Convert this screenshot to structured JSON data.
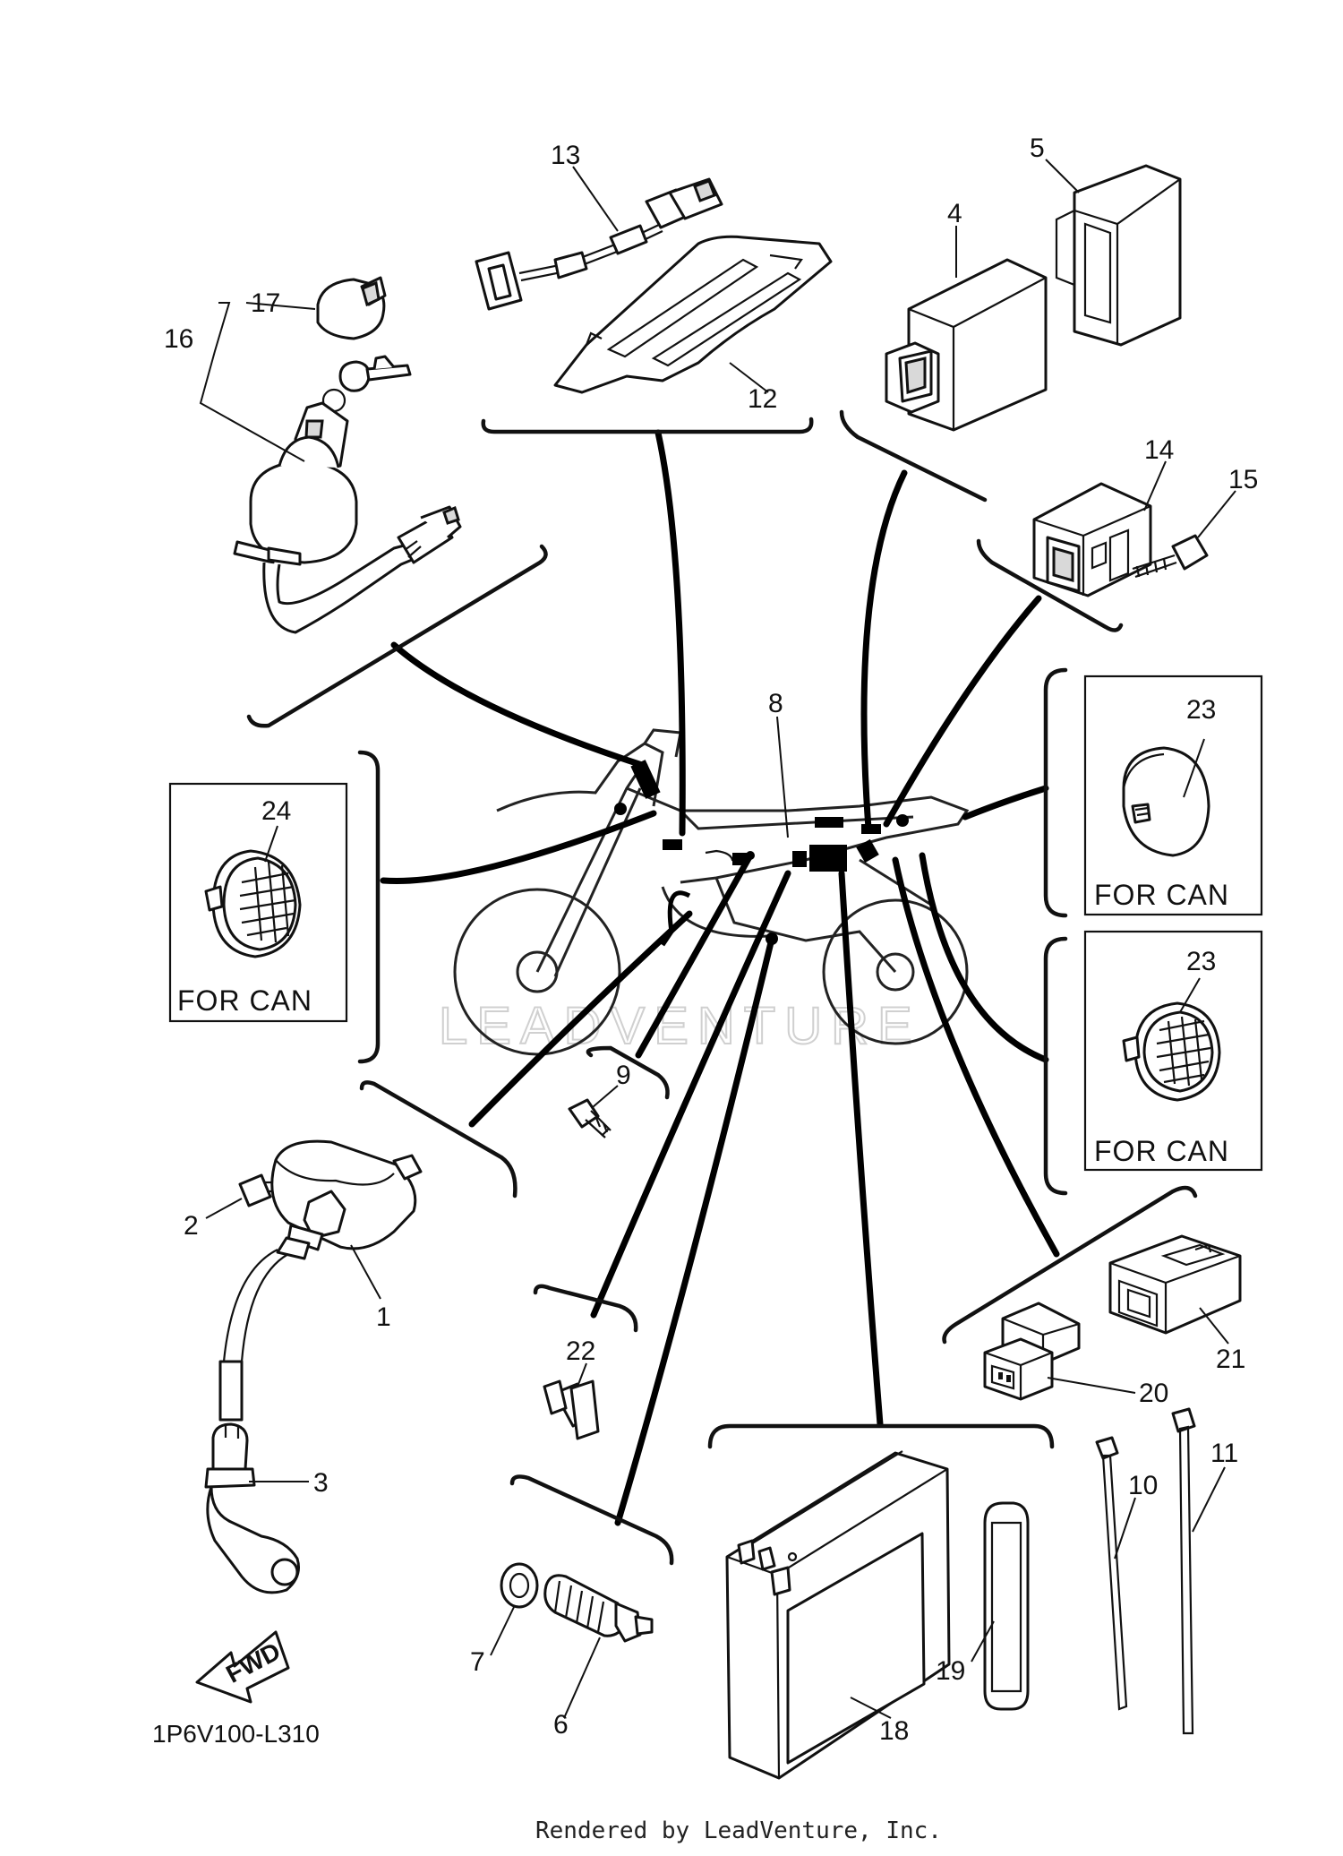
{
  "diagram_code": "1P6V100-L310",
  "footer": "Rendered by LeadVenture, Inc.",
  "watermark": "LEADVENTURE",
  "fwd_label": "FWD",
  "can_label": "FOR CAN",
  "callouts": {
    "c1": "1",
    "c2": "2",
    "c3": "3",
    "c4": "4",
    "c5": "5",
    "c6": "6",
    "c7": "7",
    "c8": "8",
    "c9": "9",
    "c10": "10",
    "c11": "11",
    "c12": "12",
    "c13": "13",
    "c14": "14",
    "c15": "15",
    "c16": "16",
    "c17": "17",
    "c18": "18",
    "c19": "19",
    "c20": "20",
    "c21": "21",
    "c22": "22",
    "c23a": "23",
    "c23b": "23",
    "c24": "24"
  }
}
